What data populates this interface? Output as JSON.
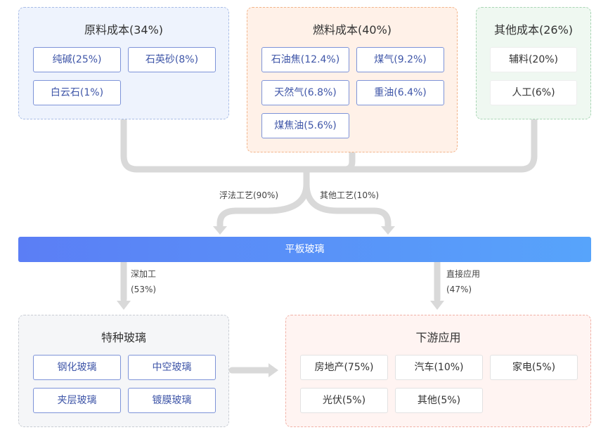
{
  "groups": {
    "raw": {
      "title": "原料成本(34%)",
      "items": [
        "纯碱(25%)",
        "石英砂(8%)",
        "白云石(1%)"
      ]
    },
    "fuel": {
      "title": "燃料成本(40%)",
      "items": [
        "石油焦(12.4%)",
        "煤气(9.2%)",
        "天然气(6.8%)",
        "重油(6.4%)",
        "煤焦油(5.6%)"
      ]
    },
    "other": {
      "title": "其他成本(26%)",
      "items": [
        "辅料(20%)",
        "人工(6%)"
      ]
    },
    "special": {
      "title": "特种玻璃",
      "items": [
        "钢化玻璃",
        "中空玻璃",
        "夹层玻璃",
        "镀膜玻璃"
      ]
    },
    "downstream": {
      "title": "下游应用",
      "items": [
        "房地产(75%)",
        "汽车(10%)",
        "家电(5%)",
        "光伏(5%)",
        "其他(5%)"
      ]
    }
  },
  "flows": {
    "float_process": "浮法工艺(90%)",
    "other_process": "其他工艺(10%)",
    "deep_processing_1": "深加工",
    "deep_processing_2": "(53%)",
    "direct_use_1": "直接应用",
    "direct_use_2": "(47%)"
  },
  "center": {
    "label": "平板玻璃"
  },
  "colors": {
    "connector": "#d9d9d9",
    "bar_start": "#5b7ef5",
    "bar_end": "#57a4fb",
    "chip_border": "#7d93d8"
  }
}
